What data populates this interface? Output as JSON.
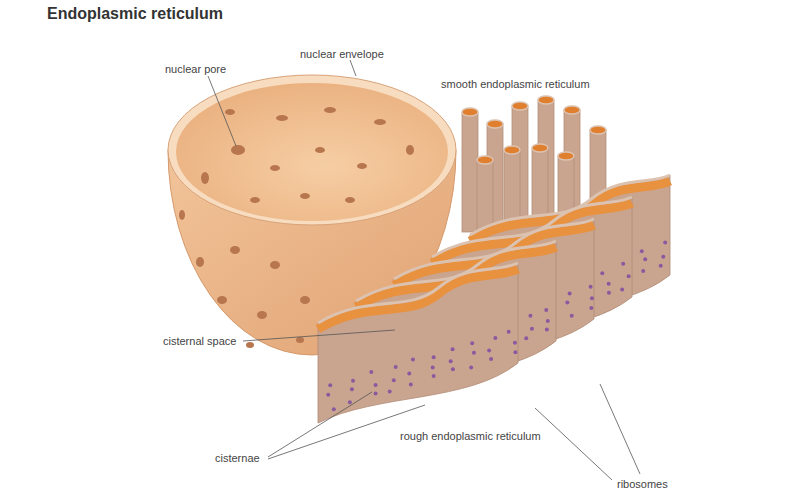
{
  "diagram": {
    "title": "Endoplasmic reticulum",
    "labels": [
      "nuclear envelope",
      "nuclear pore",
      "smooth endoplasmic reticulum",
      "cisternal space",
      "cisternae",
      "rough endoplasmic reticulum",
      "ribosomes"
    ]
  }
}
